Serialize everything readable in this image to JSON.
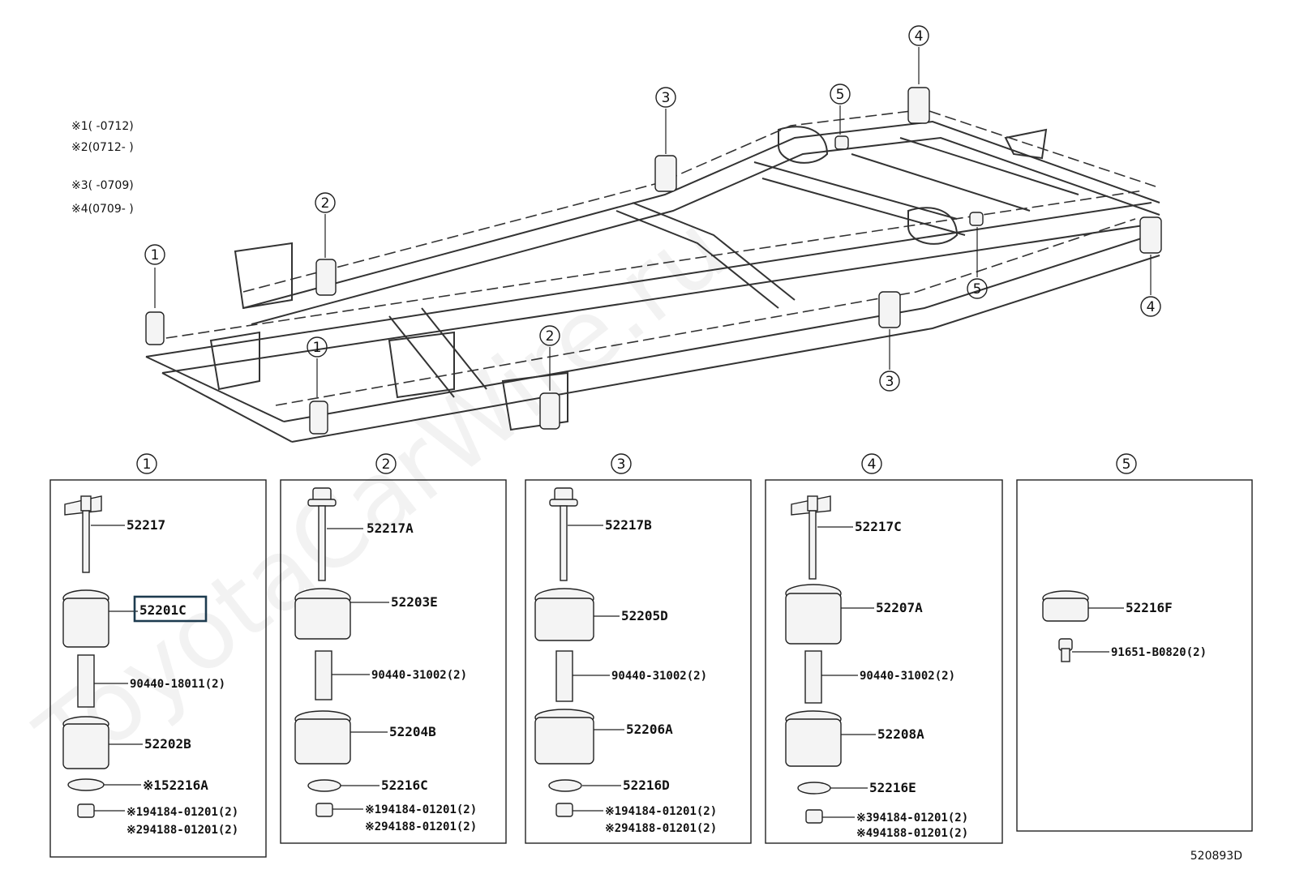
{
  "diagram_id": "520893D",
  "watermark": "ToyotaCarWire.ru",
  "notes": [
    "※1(  -0712)",
    "※2(0712-  )",
    "※3(  -0709)",
    "※4(0709-  )"
  ],
  "frame_callouts": [
    "1",
    "1",
    "2",
    "2",
    "3",
    "3",
    "4",
    "4",
    "5",
    "5"
  ],
  "groups": [
    {
      "number": "1",
      "parts": [
        "52217",
        "52201C",
        "90440-18011(2)",
        "52202B",
        "※152216A",
        "※194184-01201(2)",
        "※294188-01201(2)"
      ],
      "highlighted": "52201C"
    },
    {
      "number": "2",
      "parts": [
        "52217A",
        "52203E",
        "90440-31002(2)",
        "52204B",
        "52216C",
        "※194184-01201(2)",
        "※294188-01201(2)"
      ]
    },
    {
      "number": "3",
      "parts": [
        "52217B",
        "52205D",
        "90440-31002(2)",
        "52206A",
        "52216D",
        "※194184-01201(2)",
        "※294188-01201(2)"
      ]
    },
    {
      "number": "4",
      "parts": [
        "52217C",
        "52207A",
        "90440-31002(2)",
        "52208A",
        "52216E",
        "※394184-01201(2)",
        "※494188-01201(2)"
      ]
    },
    {
      "number": "5",
      "parts": [
        "52216F",
        "91651-B0820(2)"
      ]
    }
  ]
}
